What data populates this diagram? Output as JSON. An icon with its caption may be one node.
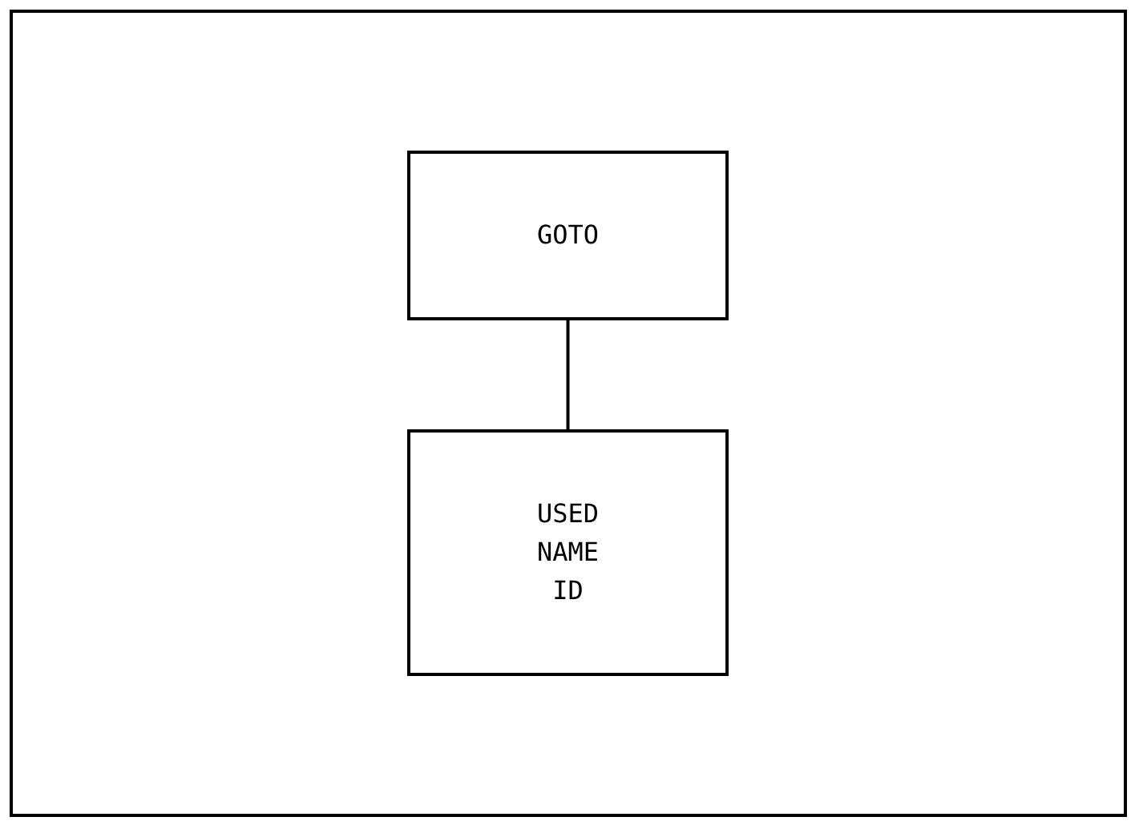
{
  "diagram": {
    "nodes": [
      {
        "text": [
          "GOTO"
        ]
      },
      {
        "text": [
          "USED NAME ID"
        ]
      }
    ],
    "edges": [
      {
        "from": 0,
        "to": 1,
        "arrow": "none"
      }
    ]
  }
}
